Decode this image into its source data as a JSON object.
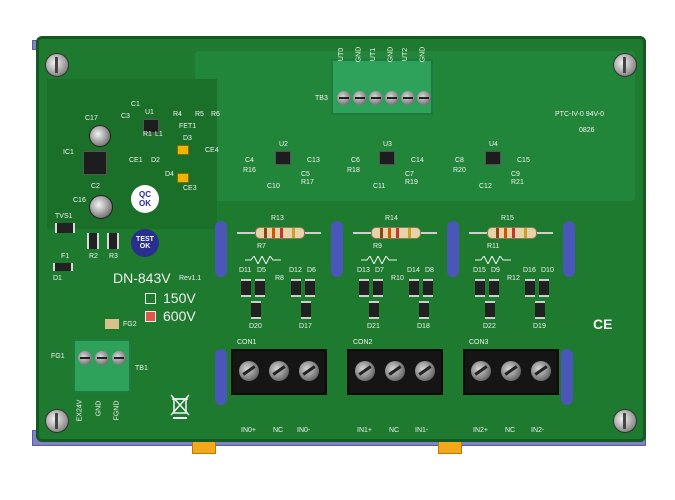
{
  "board": {
    "model_label": "DN-843V",
    "revision_label": "Rev1.1",
    "voltage_150_label": "150V",
    "voltage_600_label": "600V",
    "qc_badge_top": "QC",
    "qc_badge_bottom": "OK",
    "test_badge_top": "TEST",
    "test_badge_bottom": "OK",
    "fab_mark": "PTC-IV-0  94V-0",
    "date_code": "0826",
    "ce_mark": "CE"
  },
  "top_terminal": {
    "label": "TB3",
    "pin_labels": [
      "UT0",
      "GND",
      "UT1",
      "GND",
      "UT2",
      "GND"
    ]
  },
  "power_terminal": {
    "label": "TB1",
    "fg_label": "FG1",
    "fg2_label": "FG2",
    "pin_labels": [
      "EX24V",
      "GND",
      "FGND"
    ]
  },
  "components": {
    "u1": "U1",
    "u2": "U2",
    "u3": "U3",
    "u4": "U4",
    "c1": "C1",
    "c2": "C2",
    "c3": "C3",
    "c4": "C4",
    "c5": "C5",
    "c6": "C6",
    "c7": "C7",
    "c8": "C8",
    "c9": "C9",
    "c10": "C10",
    "c11": "C11",
    "c12": "C12",
    "c13": "C13",
    "c14": "C14",
    "c15": "C15",
    "c16": "C16",
    "c17": "C17",
    "ce1": "CE1",
    "ce3": "CE3",
    "ce4": "CE4",
    "r1": "R1",
    "r2": "R2",
    "r3": "R3",
    "r4": "R4",
    "r5": "R5",
    "r6": "R6",
    "r7": "R7",
    "r8": "R8",
    "r9": "R9",
    "r10": "R10",
    "r11": "R11",
    "r12": "R12",
    "r13": "R13",
    "r14": "R14",
    "r15": "R15",
    "r16": "R16",
    "r17": "R17",
    "r18": "R18",
    "r19": "R19",
    "r20": "R20",
    "r21": "R21",
    "l1": "L1",
    "d1": "D1",
    "d2": "D2",
    "d3": "D3",
    "d4": "D4",
    "d5": "D5",
    "d6": "D6",
    "d7": "D7",
    "d8": "D8",
    "d9": "D9",
    "d10": "D10",
    "d11": "D11",
    "d12": "D12",
    "d13": "D13",
    "d14": "D14",
    "d15": "D15",
    "d16": "D16",
    "d17": "D17",
    "d18": "D18",
    "d19": "D19",
    "d20": "D20",
    "d21": "D21",
    "d22": "D22",
    "ic1": "IC1",
    "tvs1": "TVS1",
    "f1": "F1",
    "fet1": "FET1"
  },
  "connectors": [
    {
      "label": "CON1",
      "pin_labels": [
        "IN0+",
        "NC",
        "IN0-"
      ]
    },
    {
      "label": "CON2",
      "pin_labels": [
        "IN1+",
        "NC",
        "IN1-"
      ]
    },
    {
      "label": "CON3",
      "pin_labels": [
        "IN2+",
        "NC",
        "IN2-"
      ]
    }
  ],
  "colors": {
    "pcb": "#1d7a2f",
    "rail": "#7f83c4",
    "clip": "#f3a91b",
    "qc_badge": "#ffffff",
    "test_badge": "#2a2f8f"
  }
}
